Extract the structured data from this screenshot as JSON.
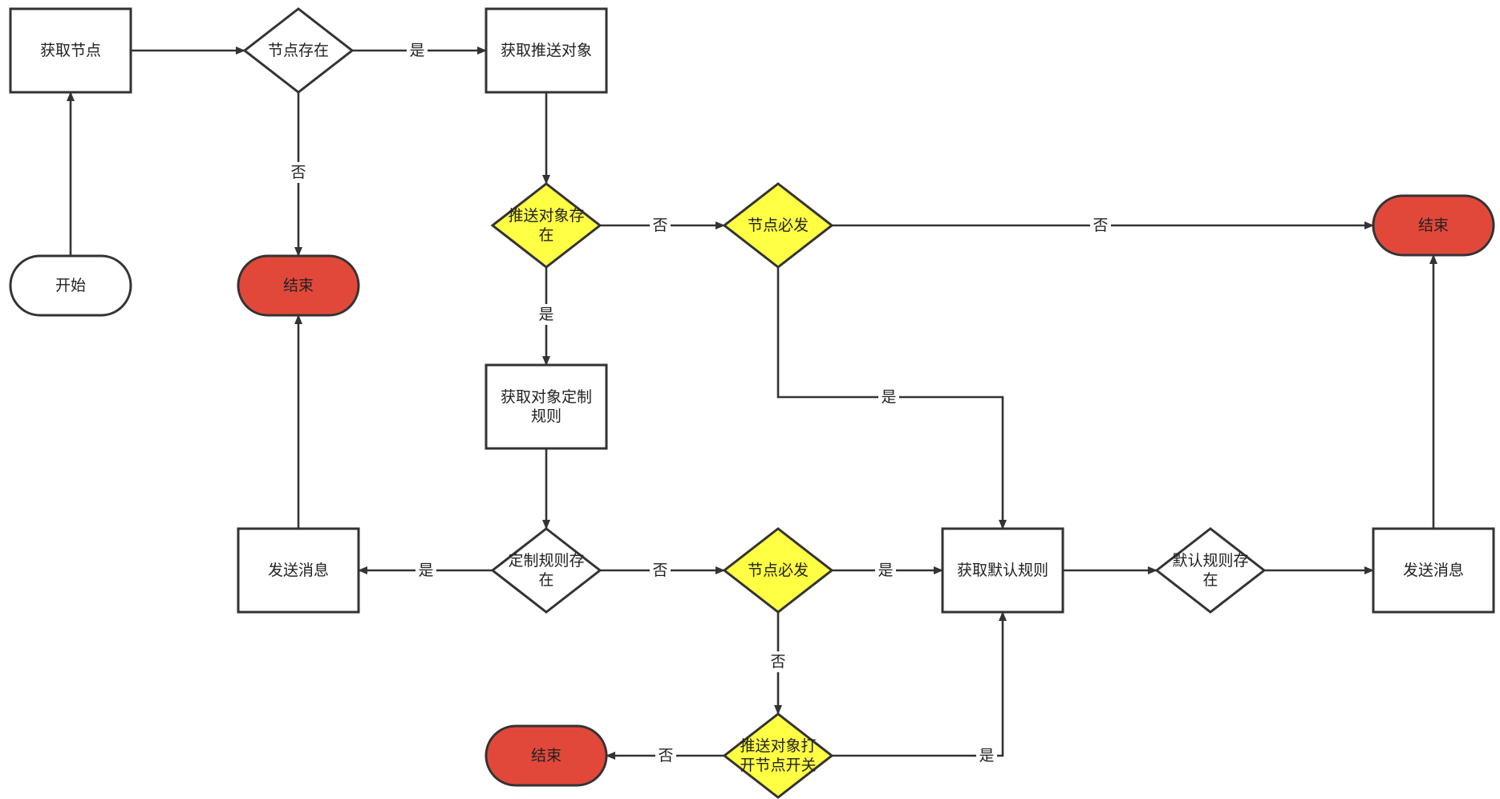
{
  "colors": {
    "process_fill": "#ffffff",
    "decision_fill": "#ffffff",
    "decision_highlight_fill": "#ffff44",
    "terminal_start_fill": "#ffffff",
    "terminal_end_fill": "#e2483a",
    "line": "#333333"
  },
  "nodes": [
    {
      "id": "get-node",
      "type": "process",
      "lines": [
        "获取节点"
      ]
    },
    {
      "id": "node-exists",
      "type": "decision",
      "lines": [
        "节点存在"
      ]
    },
    {
      "id": "get-push-target",
      "type": "process",
      "lines": [
        "获取推送对象"
      ]
    },
    {
      "id": "start",
      "type": "start",
      "lines": [
        "开始"
      ]
    },
    {
      "id": "end-1",
      "type": "end",
      "lines": [
        "结束"
      ]
    },
    {
      "id": "push-target-exists",
      "type": "decision-highlight",
      "lines": [
        "推送对象存",
        "在"
      ]
    },
    {
      "id": "node-must-send-1",
      "type": "decision-highlight",
      "lines": [
        "节点必发"
      ]
    },
    {
      "id": "end-2",
      "type": "end",
      "lines": [
        "结束"
      ]
    },
    {
      "id": "get-custom-rule",
      "type": "process",
      "lines": [
        "获取对象定制",
        "规则"
      ]
    },
    {
      "id": "send-message-1",
      "type": "process",
      "lines": [
        "发送消息"
      ]
    },
    {
      "id": "custom-rule-exists",
      "type": "decision",
      "lines": [
        "定制规则存",
        "在"
      ]
    },
    {
      "id": "node-must-send-2",
      "type": "decision-highlight",
      "lines": [
        "节点必发"
      ]
    },
    {
      "id": "get-default-rule",
      "type": "process",
      "lines": [
        "获取默认规则"
      ]
    },
    {
      "id": "default-rule-exists",
      "type": "decision",
      "lines": [
        "默认规则存",
        "在"
      ]
    },
    {
      "id": "send-message-2",
      "type": "process",
      "lines": [
        "发送消息"
      ]
    },
    {
      "id": "end-3",
      "type": "end",
      "lines": [
        "结束"
      ]
    },
    {
      "id": "push-target-node-switch",
      "type": "decision-highlight",
      "lines": [
        "推送对象打",
        "开节点开关"
      ]
    }
  ],
  "edges": [
    {
      "from": "start",
      "to": "get-node",
      "label": ""
    },
    {
      "from": "get-node",
      "to": "node-exists",
      "label": ""
    },
    {
      "from": "node-exists",
      "to": "get-push-target",
      "label": "是"
    },
    {
      "from": "node-exists",
      "to": "end-1",
      "label": "否"
    },
    {
      "from": "get-push-target",
      "to": "push-target-exists",
      "label": ""
    },
    {
      "from": "push-target-exists",
      "to": "node-must-send-1",
      "label": "否"
    },
    {
      "from": "node-must-send-1",
      "to": "end-2",
      "label": "否"
    },
    {
      "from": "node-must-send-1",
      "to": "get-default-rule",
      "label": "是"
    },
    {
      "from": "push-target-exists",
      "to": "get-custom-rule",
      "label": "是"
    },
    {
      "from": "get-custom-rule",
      "to": "custom-rule-exists",
      "label": ""
    },
    {
      "from": "custom-rule-exists",
      "to": "send-message-1",
      "label": "是"
    },
    {
      "from": "send-message-1",
      "to": "end-1",
      "label": ""
    },
    {
      "from": "custom-rule-exists",
      "to": "node-must-send-2",
      "label": "否"
    },
    {
      "from": "node-must-send-2",
      "to": "get-default-rule",
      "label": "是"
    },
    {
      "from": "node-must-send-2",
      "to": "push-target-node-switch",
      "label": "否"
    },
    {
      "from": "push-target-node-switch",
      "to": "end-3",
      "label": "否"
    },
    {
      "from": "push-target-node-switch",
      "to": "get-default-rule",
      "label": "是"
    },
    {
      "from": "get-default-rule",
      "to": "default-rule-exists",
      "label": ""
    },
    {
      "from": "default-rule-exists",
      "to": "send-message-2",
      "label": ""
    },
    {
      "from": "send-message-2",
      "to": "end-2",
      "label": ""
    }
  ]
}
